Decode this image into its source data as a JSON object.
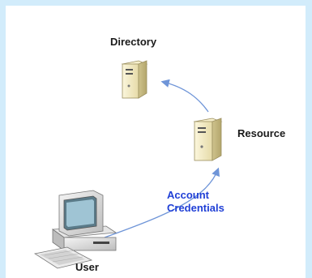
{
  "nodes": {
    "directory": {
      "label": "Directory",
      "icon": "server-icon"
    },
    "resource": {
      "label": "Resource",
      "icon": "server-icon"
    },
    "user": {
      "label": "User",
      "icon": "computer-icon"
    }
  },
  "edges": {
    "user_to_resource": {
      "label_line1": "Account",
      "label_line2": "Credentials"
    },
    "resource_to_directory": {
      "label": ""
    }
  },
  "colors": {
    "background": "#d2ecfb",
    "canvas": "#ffffff",
    "arrow": "#6f95d8",
    "edge_label": "#1f3fd6",
    "server_body": "#f3ecc8"
  }
}
